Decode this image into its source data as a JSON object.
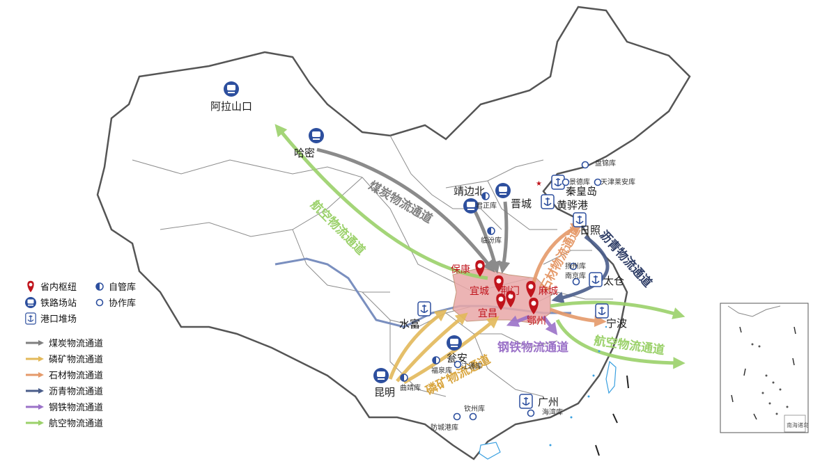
{
  "legend": {
    "hub": "省内枢纽",
    "self_store": "自管库",
    "rail_station": "铁路场站",
    "coop_store": "协作库",
    "port_yard": "港口堆场",
    "corridors": [
      {
        "label": "煤炭物流通道",
        "color": "#7f7f7f"
      },
      {
        "label": "磷矿物流通道",
        "color": "#e3b95a"
      },
      {
        "label": "石材物流通道",
        "color": "#e59a6a"
      },
      {
        "label": "沥青物流通道",
        "color": "#4a5d8a"
      },
      {
        "label": "钢铁物流通道",
        "color": "#9b72c8"
      },
      {
        "label": "航空物流通道",
        "color": "#9bd16a"
      }
    ]
  },
  "rail_stations": [
    "阿拉山口",
    "哈密",
    "靖边北",
    "晋城",
    "昆明",
    "瓮安"
  ],
  "ports": [
    "秦皇岛",
    "黄骅港",
    "日照",
    "太仓",
    "宁波",
    "水富",
    "广州"
  ],
  "hubs": [
    "保康",
    "宜城",
    "荆门",
    "麻城",
    "宜昌",
    "鄂州"
  ],
  "self_stores": [
    "君正库",
    "临汾库",
    "福泉库",
    "曲靖库"
  ],
  "coop_stores": [
    "盘锦库",
    "景德库",
    "天津莱安库",
    "扬州库",
    "南京库",
    "江通库",
    "钦州库",
    "防城港库",
    "海湾库"
  ],
  "corridor_labels": {
    "coal": "煤炭物流通道",
    "air_west": "航空物流通道",
    "stone": "石材物流通道",
    "asphalt": "沥青物流通道",
    "steel": "钢铁物流通道",
    "air_east": "航空物流通道",
    "phosphate": "磷矿物流通道"
  },
  "inset_label": "南海诸岛",
  "colors": {
    "hub_red": "#c0141c",
    "station_blue": "#2d4f9e",
    "province_fill": "#e9a8a8"
  }
}
